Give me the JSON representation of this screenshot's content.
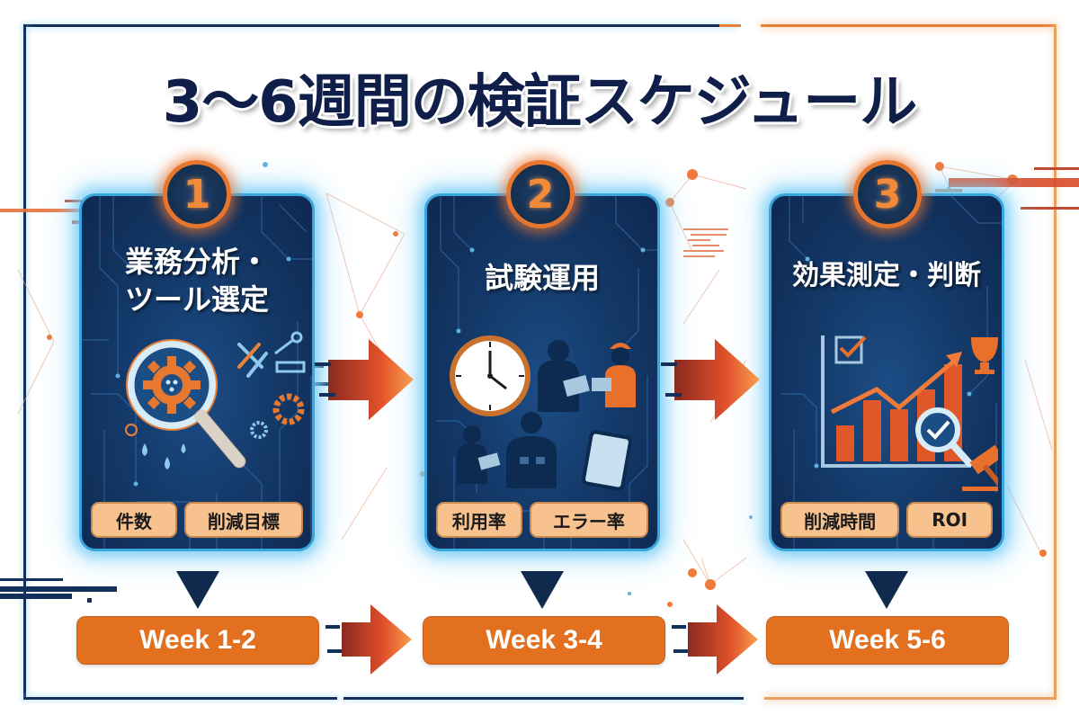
{
  "title": "3〜6週間の検証スケジュール",
  "colors": {
    "navy": "#0f1f4a",
    "card_bg": "#143a6a",
    "card_border": "#3aa6de",
    "accent_orange": "#e2701f",
    "tag_bg": "#f7c28e"
  },
  "steps": [
    {
      "number": "1",
      "title_line1": "業務分析・",
      "title_line2": "ツール選定",
      "illustration": "magnifier-gear-tools",
      "tags": [
        "件数",
        "削減目標"
      ],
      "week": "Week 1-2"
    },
    {
      "number": "2",
      "title_line1": "試験運用",
      "illustration": "clock-workers-tablet",
      "tags": [
        "利用率",
        "エラー率"
      ],
      "week": "Week 3-4"
    },
    {
      "number": "3",
      "title_line1": "効果測定・判断",
      "illustration": "bar-chart-trophy-gavel",
      "tags": [
        "削減時間",
        "ROI"
      ],
      "week": "Week 5-6"
    }
  ]
}
